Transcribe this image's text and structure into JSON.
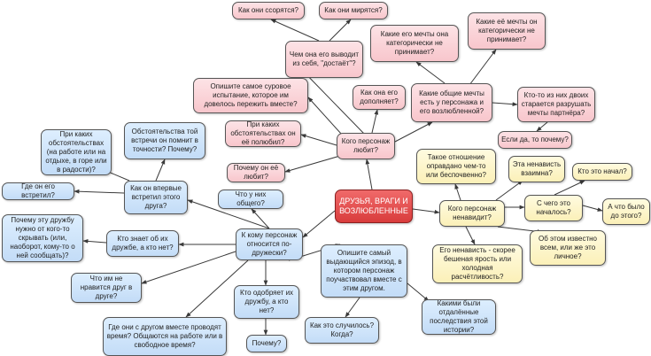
{
  "center": "ДРУЗЬЯ, ВРАГИ И ВОЗЛЮБЛЕННЫЕ",
  "pink": {
    "n1": "Как они ссорятся?",
    "n2": "Как они мирятся?",
    "n3": "Чем она его выводит из себя, \"достаёт\"?",
    "n4": "Какие её мечты он категорически не принимает?",
    "n5": "Какие его мечты она категорически не принимает?",
    "n6": "Опишите самое суровое испытание, которое им довелось пережить вместе?",
    "n7": "Как она его дополняет?",
    "n8": "Какие общие мечты есть у персонажа и его возлюбленной?",
    "n9": "Кто-то из них двоих старается разрушать мечты партнёра?",
    "n10": "При каких обстоятельствах он её полюбил?",
    "n11": "Кого персонаж любит?",
    "n12": "Если да, то почему?",
    "n13": "Почему он её любит?"
  },
  "yellow": {
    "y1": "Такое отношение оправдано чем-то или беспочвенно?",
    "y2": "Эта ненависть взаимна?",
    "y3": "Кто это начал?",
    "y4": "Кого персонаж ненавидит?",
    "y5": "С чего это началось?",
    "y6": "А что было до этого?",
    "y7": "Об этом известно всем, или же это личное?",
    "y8": "Его ненависть - скорее бешеная ярость или холодная расчётливость?"
  },
  "blue": {
    "b1": "При каких обстоятельствах (на работе или на отдыхе, в горе или в радости)?",
    "b2": "Обстоятельства той встречи он помнит в точности? Почему?",
    "b3": "Где он его встретил?",
    "b4": "Как он впервые встретил этого друга?",
    "b5": "Что у них общего?",
    "b6": "Почему эту дружбу нужно от кого-то скрывать (или, наоборот, кому-то о ней сообщать)?",
    "b7": "Кто знает об их дружбе, а кто нет?",
    "b8": "К кому персонаж относится по-дружески?",
    "b9": "Опишите самый выдающийся эпизод, в котором персонаж поучаствовал вместе с этим другом.",
    "b10": "Что им не нравится друг в друге?",
    "b11": "Кто одобряет их дружбу, а кто нет?",
    "b12": "Какими были отдалённые последствия этой истории?",
    "b13": "Где они с другом вместе проводят время? Общаются на работе или в свободное время?",
    "b14": "Как это случилось? Когда?",
    "b15": "Почему?"
  }
}
